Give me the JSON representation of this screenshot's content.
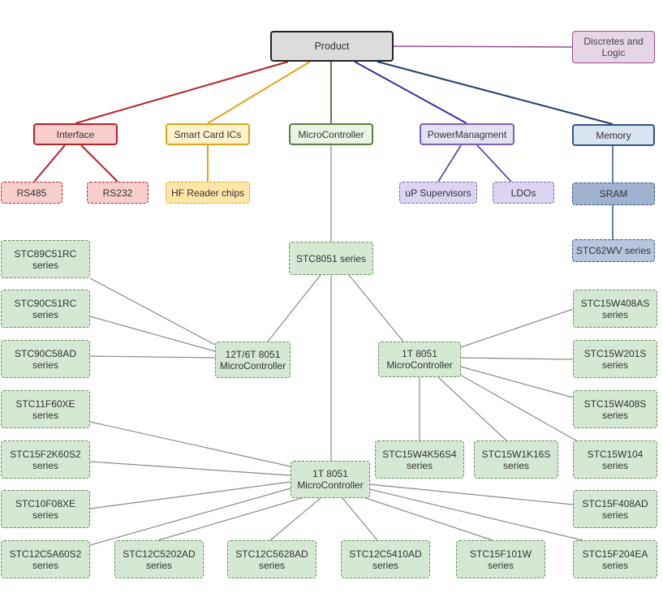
{
  "nodes": {
    "product": "Product",
    "discretes": "Discretes and\nLogic",
    "interface": "Interface",
    "smartcard": "Smart Card ICs",
    "microcontroller": "MicroController",
    "power": "PowerManagment",
    "memory": "Memory",
    "rs485": "RS485",
    "rs232": "RS232",
    "hfreader": "HF Reader chips",
    "upsup": "uP Supervisors",
    "ldos": "LDOs",
    "sram": "SRAM",
    "stc62wv": "STC62WV series",
    "stc8051": "STC8051 series",
    "mc12t": "12T/6T 8051\nMicroController",
    "mc1t_a": "1T 8051\nMicroController",
    "mc1t_b": "1T 8051\nMicroController",
    "stc89c51rc": "STC89C51RC\nseries",
    "stc90c51rc": "STC90C51RC\nseries",
    "stc90c58ad": "STC90C58AD\nseries",
    "stc11f60xe": "STC11F60XE\nseries",
    "stc15f2k60s2": "STC15F2K60S2\nseries",
    "stc10f08xe": "STC10F08XE\nseries",
    "stc12c5a60s2": "STC12C5A60S2\nseries",
    "stc12c5202ad": "STC12C5202AD\nseries",
    "stc12c5628ad": "STC12C5628AD\nseries",
    "stc12c5410ad": "STC12C5410AD\nseries",
    "stc15f101w": "STC15F101W\nseries",
    "stc15f204ea": "STC15F204EA\nseries",
    "stc15f408ad": "STC15F408AD\nseries",
    "stc15w408as": "STC15W408AS\nseries",
    "stc15w201s": "STC15W201S\nseries",
    "stc15w408s": "STC15W408S\nseries",
    "stc15w104": "STC15W104\nseries",
    "stc15w4k56s4": "STC15W4K56S4\nseries",
    "stc15w1k16s": "STC15W1K16S\nseries"
  },
  "colors": {
    "red": "#b8202a",
    "orange": "#e3a21a",
    "green": "#5a7d45",
    "purple": "#3f2a9e",
    "blue": "#1f3f6e",
    "discretes_link": "#9b4d8c",
    "gray": "#8a8a8a"
  }
}
